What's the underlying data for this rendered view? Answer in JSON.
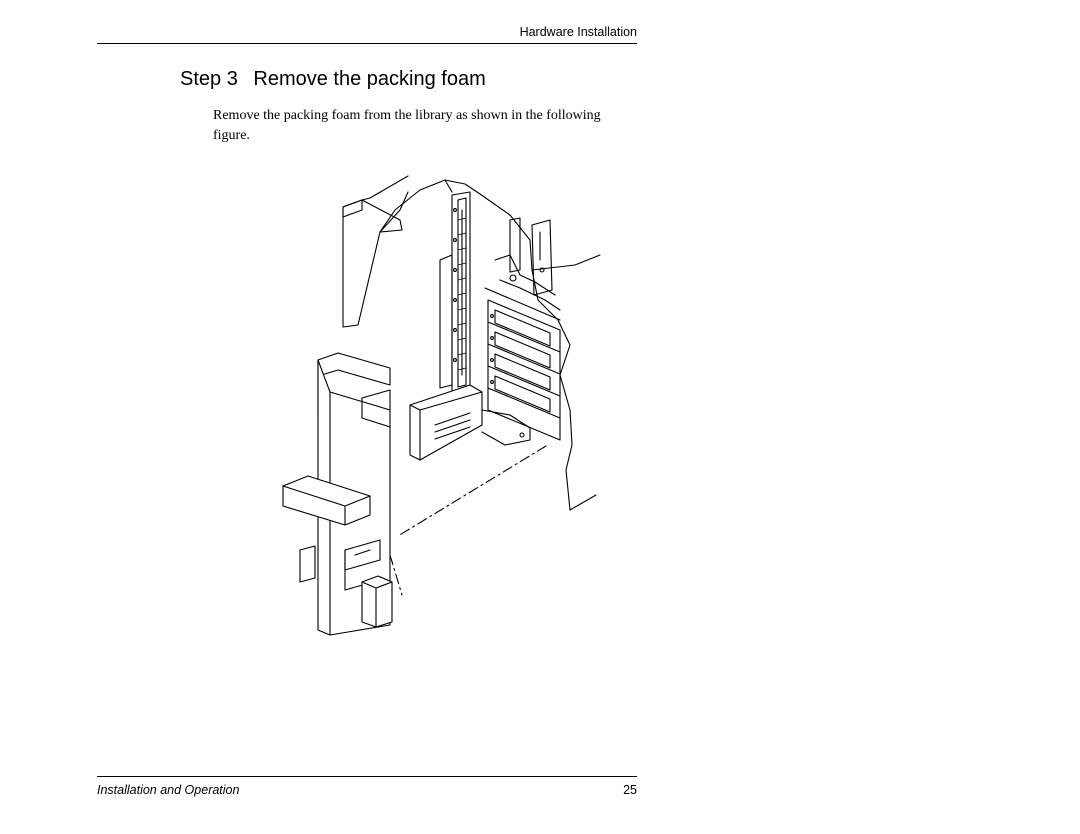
{
  "header": {
    "section_title": "Hardware Installation"
  },
  "step": {
    "number": "Step 3",
    "title": "Remove the packing foam"
  },
  "body": {
    "text": "Remove the packing foam from the library as shown in the following figure."
  },
  "footer": {
    "manual_title": "Installation and Operation",
    "page_number": "25"
  }
}
